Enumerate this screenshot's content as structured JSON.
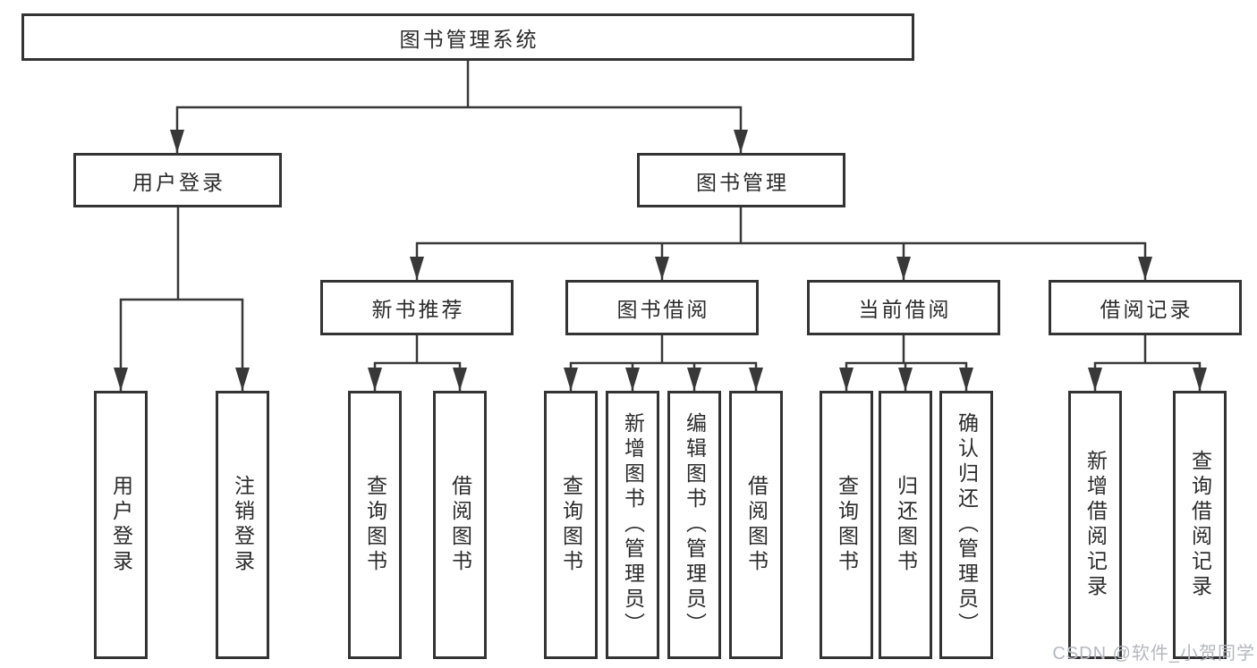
{
  "diagram": {
    "root": {
      "label": "图书管理系统"
    },
    "level2": [
      {
        "label": "用户登录"
      },
      {
        "label": "图书管理"
      }
    ],
    "level3": [
      {
        "label": "新书推荐"
      },
      {
        "label": "图书借阅"
      },
      {
        "label": "当前借阅"
      },
      {
        "label": "借阅记录"
      }
    ],
    "leaves": [
      {
        "label": "用户登录"
      },
      {
        "label": "注销登录"
      },
      {
        "label": "查询图书"
      },
      {
        "label": "借阅图书"
      },
      {
        "label": "查询图书"
      },
      {
        "label": "新增图书（管理员）"
      },
      {
        "label": "编辑图书（管理员）"
      },
      {
        "label": "借阅图书"
      },
      {
        "label": "查询图书"
      },
      {
        "label": "归还图书"
      },
      {
        "label": "确认归还（管理员）"
      },
      {
        "label": "新增借阅记录"
      },
      {
        "label": "查询借阅记录"
      }
    ]
  },
  "watermark": {
    "text": "CSDN @软件_小贺同学"
  },
  "colors": {
    "line": "#383838",
    "border": "#333333",
    "text": "#2b2b2b",
    "watermark": "#b5b8be",
    "background": "#ffffff"
  }
}
